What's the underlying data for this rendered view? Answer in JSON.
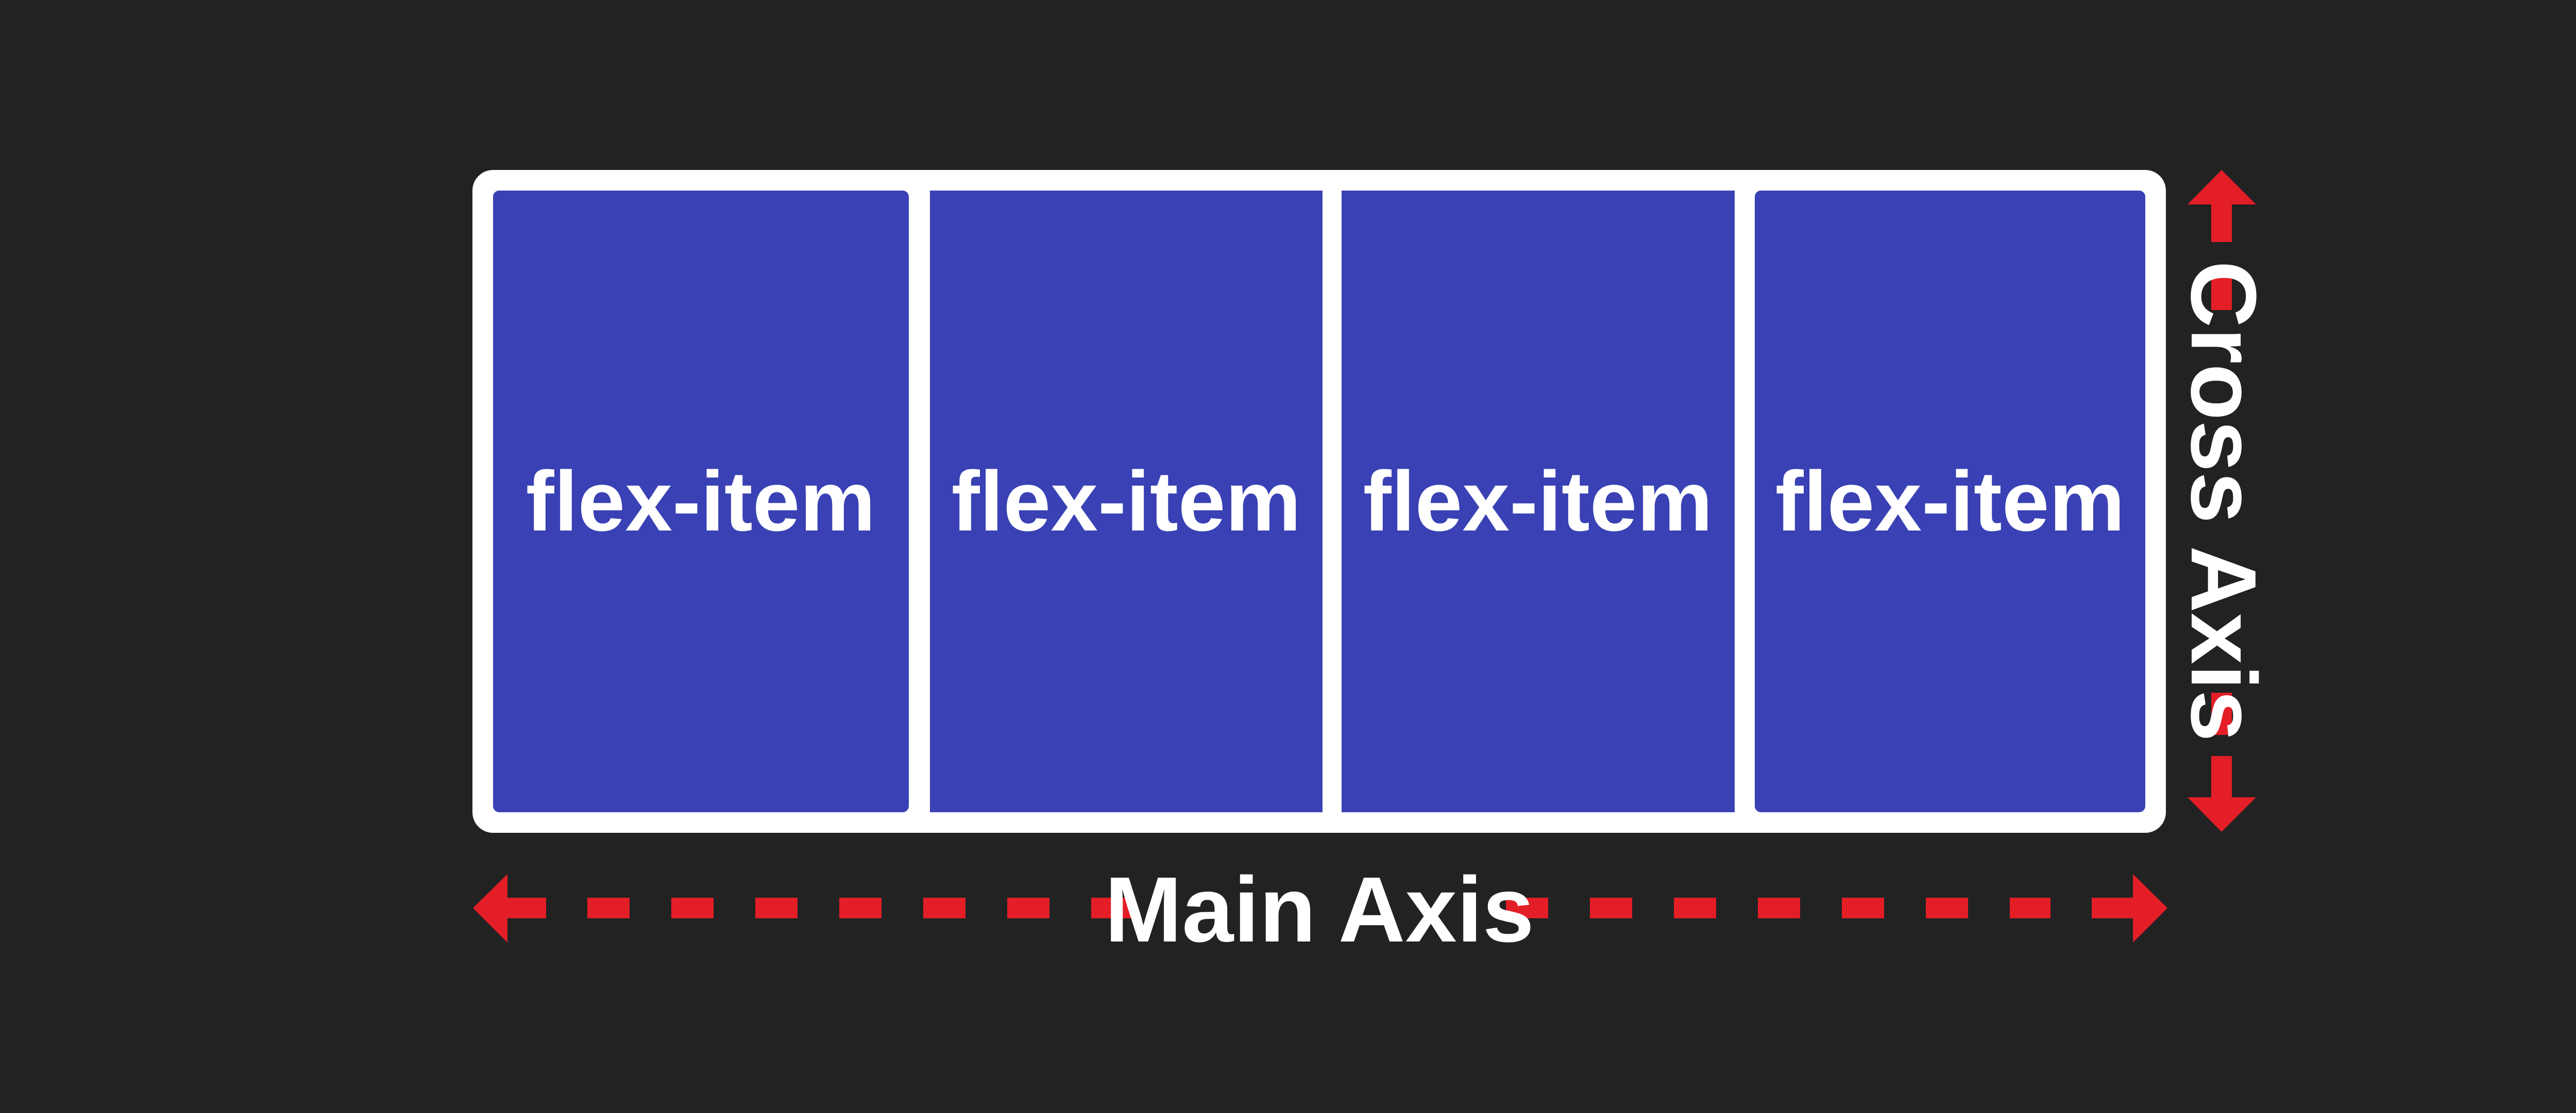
{
  "colors": {
    "background": "#222222",
    "container_border": "#ffffff",
    "item_fill": "#3941b4",
    "axis_arrow": "#e31e26",
    "text": "#ffffff"
  },
  "items": [
    {
      "label": "flex-item"
    },
    {
      "label": "flex-item"
    },
    {
      "label": "flex-item"
    },
    {
      "label": "flex-item"
    }
  ],
  "axes": {
    "main": "Main Axis",
    "cross": "Cross Axis"
  }
}
